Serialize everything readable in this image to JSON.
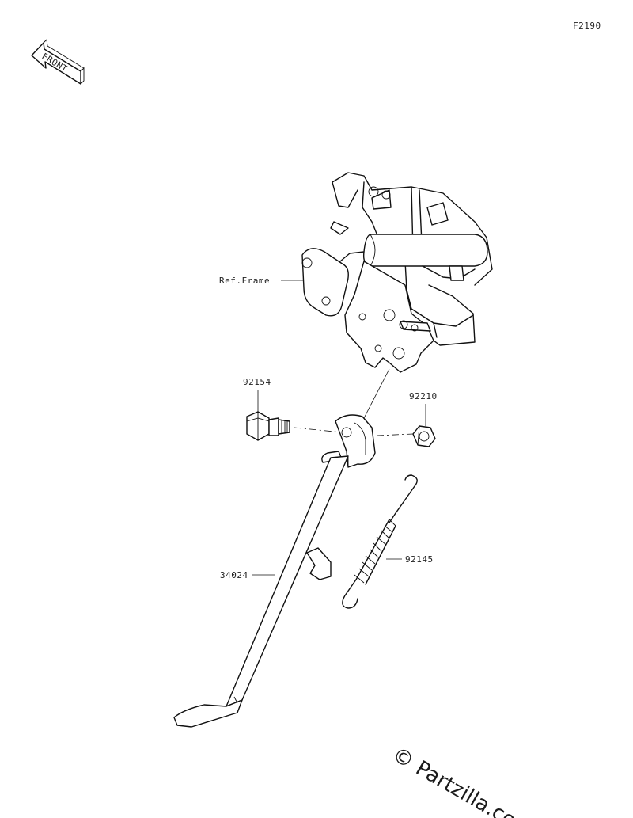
{
  "diagram_code": "F2190",
  "front_arrow_label": "FRONT",
  "callouts": {
    "ref_frame": "Ref.Frame",
    "bolt": "92154",
    "nut": "92210",
    "spring": "92145",
    "stand": "34024"
  },
  "watermark": "© Partzilla.co"
}
